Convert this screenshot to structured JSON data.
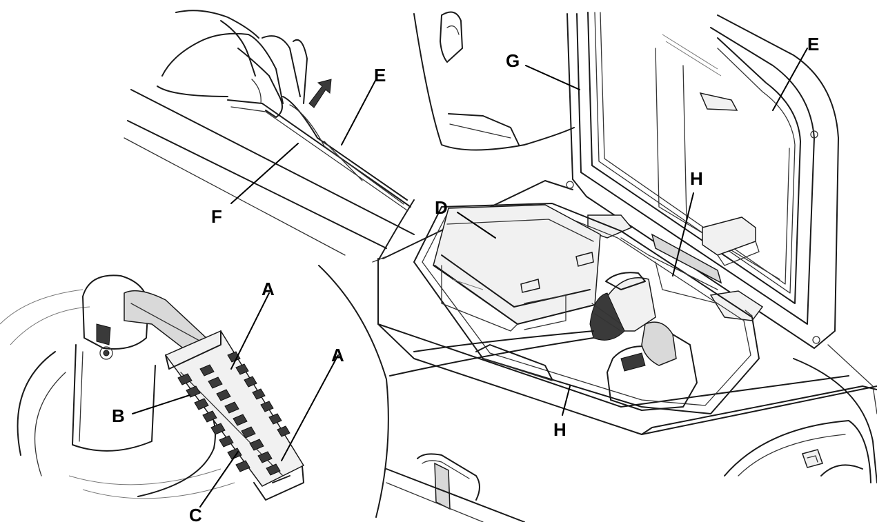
{
  "callouts": [
    {
      "id": "G",
      "label": "G"
    },
    {
      "id": "E-top",
      "label": "E"
    },
    {
      "id": "E-right",
      "label": "E"
    },
    {
      "id": "F",
      "label": "F"
    },
    {
      "id": "D",
      "label": "D"
    },
    {
      "id": "H-upper",
      "label": "H"
    },
    {
      "id": "H-lower",
      "label": "H"
    },
    {
      "id": "A-upper",
      "label": "A"
    },
    {
      "id": "A-lower",
      "label": "A"
    },
    {
      "id": "B",
      "label": "B"
    },
    {
      "id": "C",
      "label": "C"
    }
  ],
  "icons": {
    "direction_arrow": "arrow-up-right-icon"
  },
  "colors": {
    "ink": "#1a1a1a",
    "background": "#ffffff"
  }
}
